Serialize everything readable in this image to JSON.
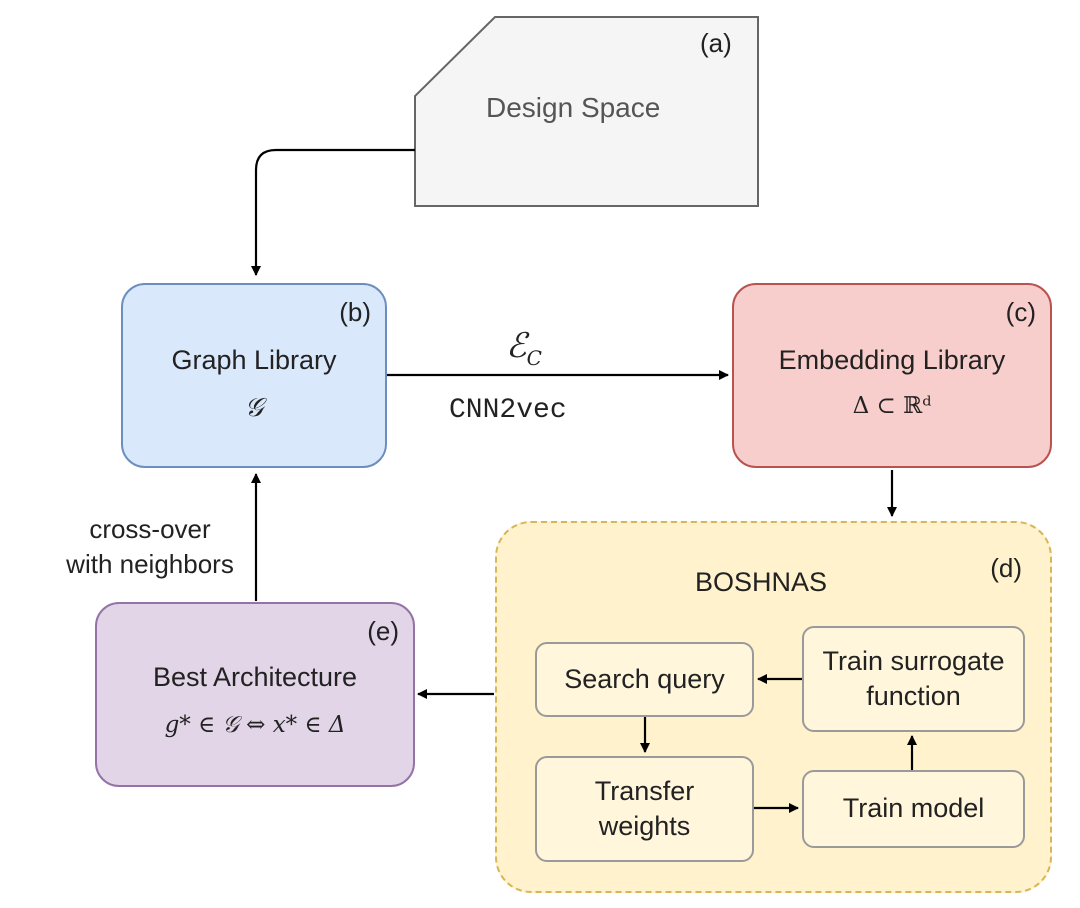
{
  "design_space": {
    "tag": "(a)",
    "title": "Design Space"
  },
  "graph_library": {
    "tag": "(b)",
    "title": "Graph Library",
    "math": "𝒢"
  },
  "embedding_library": {
    "tag": "(c)",
    "title": "Embedding Library",
    "math": "Δ ⊂ ℝᵈ"
  },
  "boshnas": {
    "tag": "(d)",
    "title": "BOSHNAS",
    "search_query": "Search query",
    "train_surrogate_line1": "Train surrogate",
    "train_surrogate_line2": "function",
    "transfer_weights_line1": "Transfer",
    "transfer_weights_line2": "weights",
    "train_model": "Train model"
  },
  "best_architecture": {
    "tag": "(e)",
    "title": "Best Architecture",
    "math": "g* ∈ 𝒢 ⇔ x* ∈ Δ"
  },
  "edge_bc": {
    "math": "ℰ",
    "math_sub": "C",
    "mono": "CNN2vec"
  },
  "edge_eb": {
    "line1": "cross-over",
    "line2": "with neighbors"
  },
  "colors": {
    "design_space_fill": "#f5f5f5",
    "design_space_stroke": "#666666",
    "graph_fill": "#dae8fc",
    "graph_stroke": "#6c8ebf",
    "embed_fill": "#f8cecc",
    "embed_stroke": "#b85450",
    "boshnas_fill": "#fff2cc",
    "boshnas_stroke": "#d6b656",
    "best_fill": "#e1d5e7",
    "best_stroke": "#9673a6"
  }
}
